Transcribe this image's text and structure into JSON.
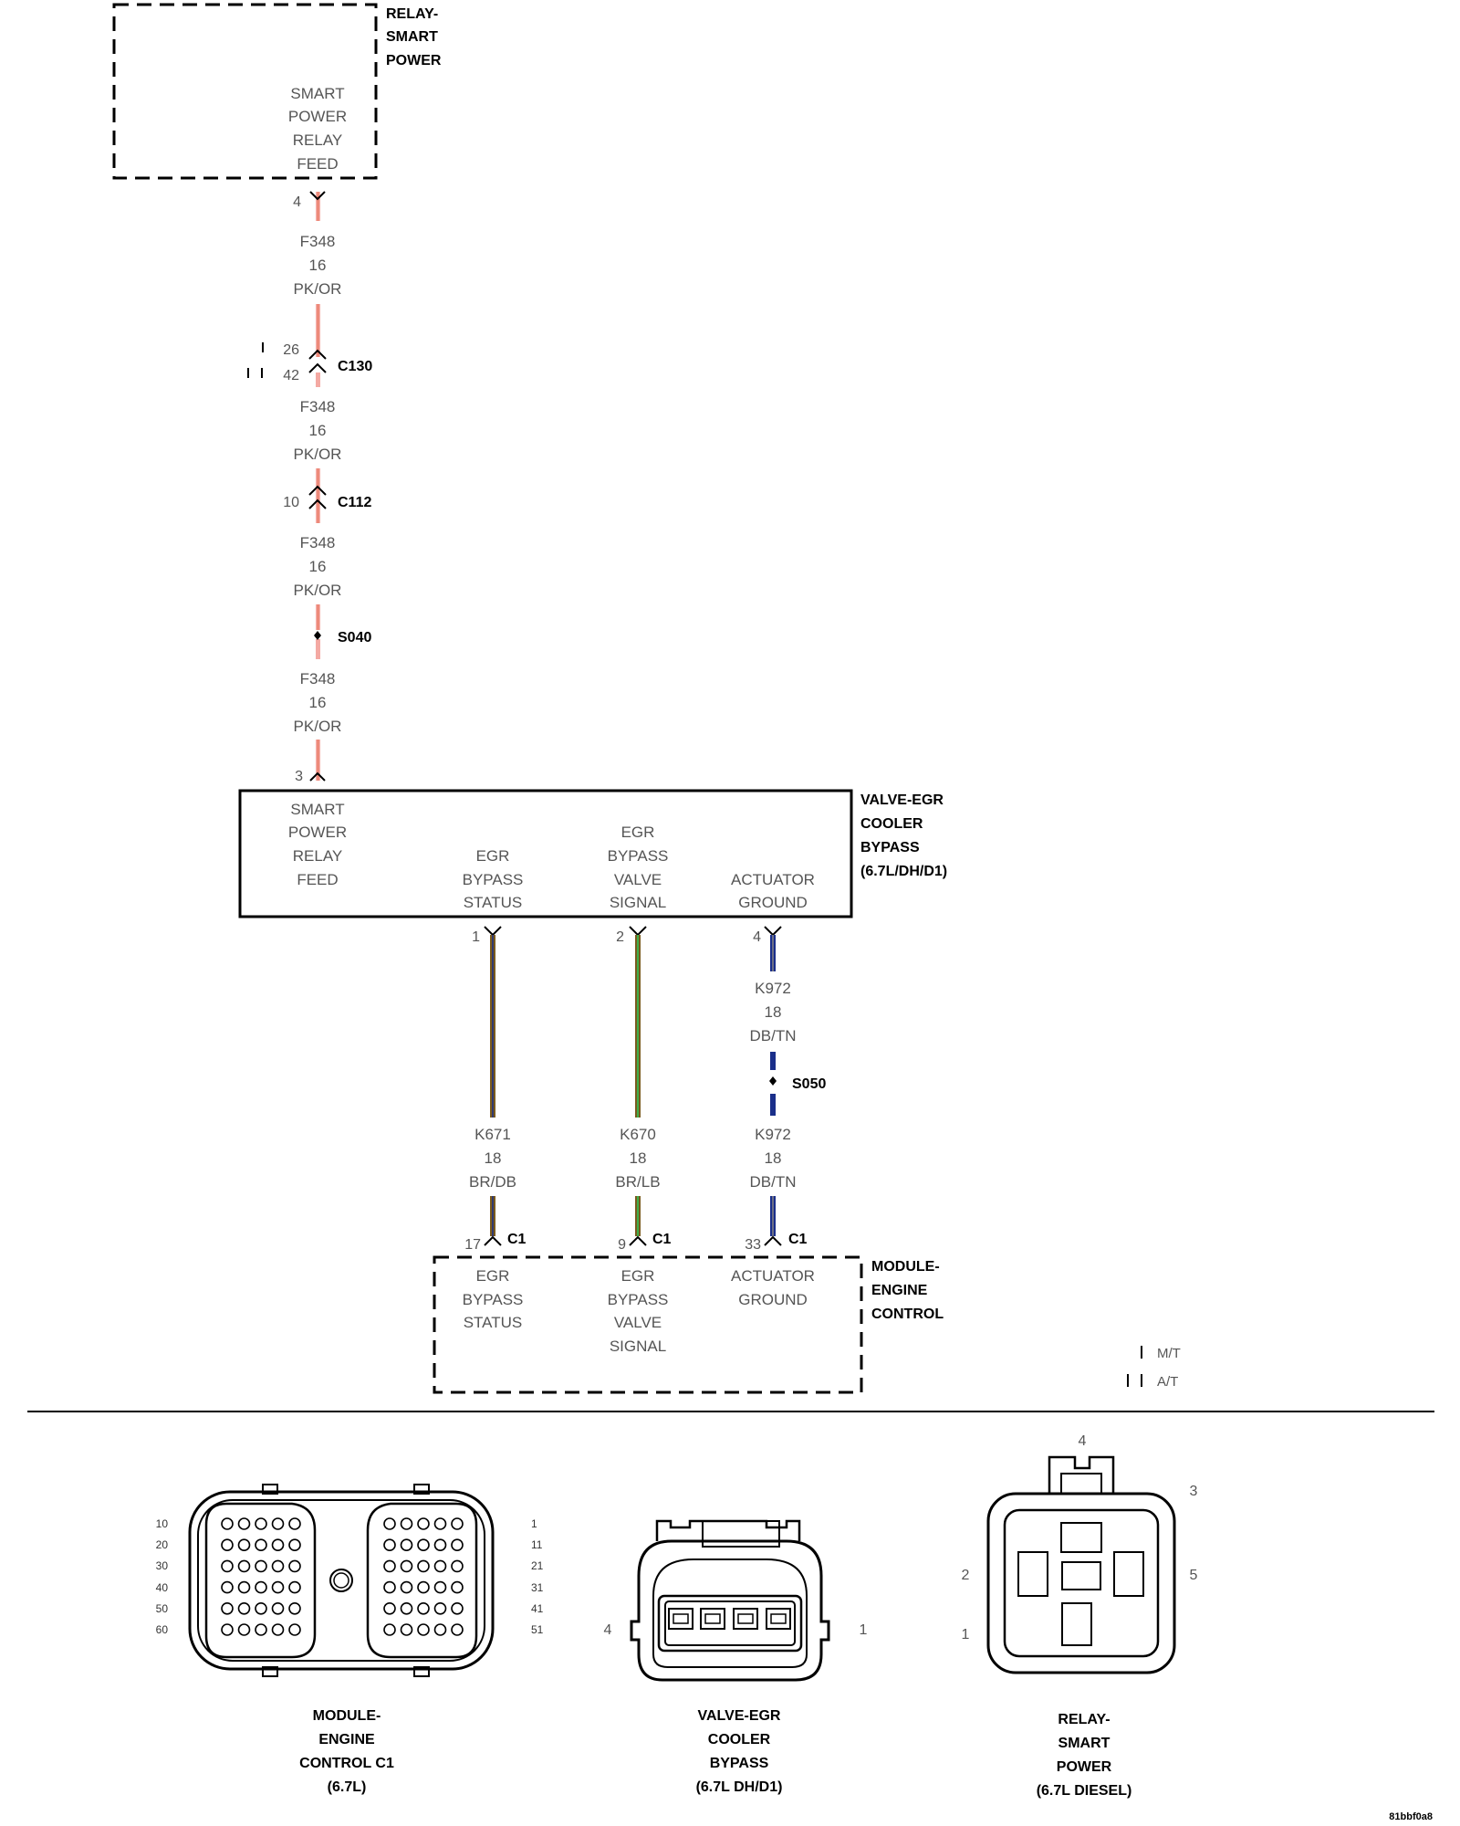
{
  "relay_box": {
    "title": [
      "RELAY-",
      "SMART",
      "POWER"
    ],
    "inner": [
      "SMART",
      "POWER",
      "RELAY",
      "FEED"
    ],
    "pin": "4"
  },
  "wire_f348": {
    "segments": [
      {
        "circuit": "F348",
        "gauge": "16",
        "color": "PK/OR"
      },
      {
        "circuit": "F348",
        "gauge": "16",
        "color": "PK/OR"
      },
      {
        "circuit": "F348",
        "gauge": "16",
        "color": "PK/OR"
      },
      {
        "circuit": "F348",
        "gauge": "16",
        "color": "PK/OR"
      }
    ],
    "c130": {
      "name": "C130",
      "pin_mt": "26",
      "pin_at": "42"
    },
    "c112": {
      "name": "C112",
      "pin": "10"
    },
    "splice": "S040"
  },
  "valve_box": {
    "title": [
      "VALVE-EGR",
      "COOLER",
      "BYPASS",
      "(6.7L/DH/D1)"
    ],
    "pin_in": "3",
    "feed": [
      "SMART",
      "POWER",
      "RELAY",
      "FEED"
    ],
    "status": [
      "EGR",
      "BYPASS",
      "STATUS"
    ],
    "signal": [
      "EGR",
      "BYPASS",
      "VALVE",
      "SIGNAL"
    ],
    "ground": [
      "ACTUATOR",
      "GROUND"
    ],
    "pins": [
      "1",
      "2",
      "4"
    ]
  },
  "wires_lower": {
    "k671": {
      "circuit": "K671",
      "gauge": "18",
      "color": "BR/DB",
      "pin": "17",
      "conn": "C1"
    },
    "k670": {
      "circuit": "K670",
      "gauge": "18",
      "color": "BR/LB",
      "pin": "9",
      "conn": "C1"
    },
    "k972_top": {
      "circuit": "K972",
      "gauge": "18",
      "color": "DB/TN"
    },
    "k972_bot": {
      "circuit": "K972",
      "gauge": "18",
      "color": "DB/TN",
      "pin": "33",
      "conn": "C1"
    },
    "splice": "S050"
  },
  "ecm_box": {
    "title": [
      "MODULE-",
      "ENGINE",
      "CONTROL"
    ],
    "status": [
      "EGR",
      "BYPASS",
      "STATUS"
    ],
    "signal": [
      "EGR",
      "BYPASS",
      "VALVE",
      "SIGNAL"
    ],
    "ground": [
      "ACTUATOR",
      "GROUND"
    ]
  },
  "legend": {
    "mt": "M/T",
    "at": "A/T"
  },
  "connectors": {
    "ecm": {
      "label": [
        "MODULE-",
        "ENGINE",
        "CONTROL C1",
        "(6.7L)"
      ],
      "left_pins": [
        "10",
        "20",
        "30",
        "40",
        "50",
        "60"
      ],
      "right_pins": [
        "1",
        "11",
        "21",
        "31",
        "41",
        "51"
      ]
    },
    "valve": {
      "label": [
        "VALVE-EGR",
        "COOLER",
        "BYPASS",
        "(6.7L DH/D1)"
      ],
      "pin_left": "4",
      "pin_right": "1"
    },
    "relay": {
      "label": [
        "RELAY-",
        "SMART",
        "POWER",
        "(6.7L DIESEL)"
      ],
      "pins": {
        "p1": "1",
        "p2": "2",
        "p3": "3",
        "p4": "4",
        "p5": "5"
      }
    }
  },
  "figure_code": "81bbf0a8",
  "colors": {
    "pk_or_main": "#f4a9a3",
    "pk_or_stripe": "#e8765e",
    "br": "#7a5a1e",
    "db": "#1a2f8a",
    "lb": "#3fae4a",
    "tn": "#c2b280"
  }
}
